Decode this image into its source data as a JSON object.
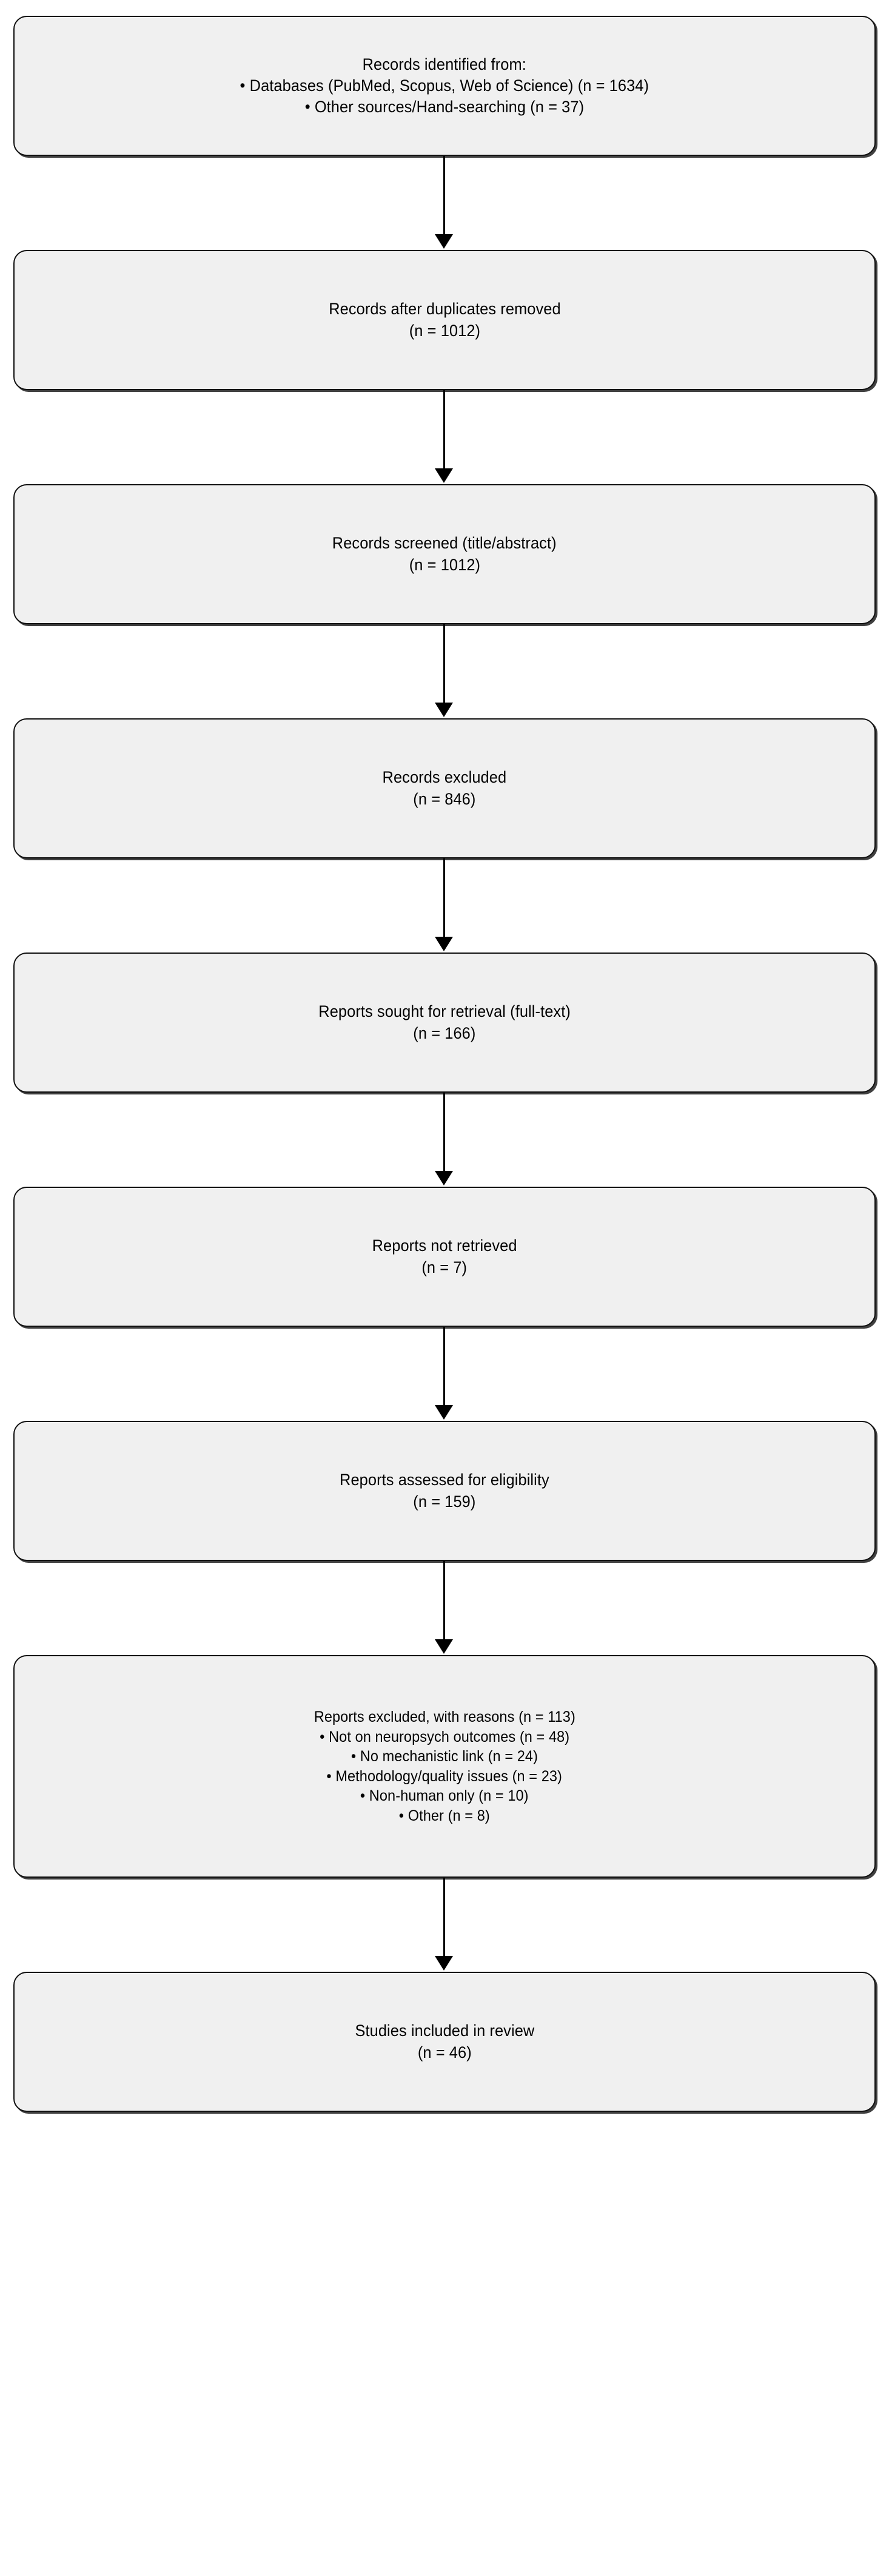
{
  "diagram": {
    "type": "prisma-flow-diagram",
    "orientation": "vertical",
    "background_color": "#ffffff",
    "box_fill_color": "#f0f0f0",
    "box_border_color": "#111111",
    "text_color": "#000000",
    "connector_color": "#000000",
    "nodes": [
      {
        "id": "records-identified",
        "lines": [
          "Records identified from:",
          "• Databases (PubMed, Scopus, Web of Science) (n = 1634)",
          "• Other sources/Hand-searching (n = 37)"
        ]
      },
      {
        "id": "records-after-duplicates",
        "lines": [
          "Records after duplicates removed",
          "(n = 1012)"
        ]
      },
      {
        "id": "records-screened",
        "lines": [
          "Records screened (title/abstract)",
          "(n = 1012)"
        ]
      },
      {
        "id": "records-excluded",
        "lines": [
          "Records excluded",
          "(n = 846)"
        ]
      },
      {
        "id": "reports-sought",
        "lines": [
          "Reports sought for retrieval (full-text)",
          "(n = 166)"
        ]
      },
      {
        "id": "reports-not-retrieved",
        "lines": [
          "Reports not retrieved",
          "(n = 7)"
        ]
      },
      {
        "id": "reports-assessed",
        "lines": [
          "Reports assessed for eligibility",
          "(n = 159)"
        ]
      },
      {
        "id": "reports-excluded-with-reasons",
        "lines": [
          "Reports excluded, with reasons (n = 113)",
          "• Not on neuropsych outcomes (n = 48)",
          "• No mechanistic link (n = 24)",
          "• Methodology/quality issues (n = 23)",
          "• Non-human only (n = 10)",
          "• Other (n = 8)"
        ]
      },
      {
        "id": "studies-included",
        "lines": [
          "Studies included in review",
          "(n = 46)"
        ]
      }
    ],
    "counts": {
      "databases": 1634,
      "other_sources": 37,
      "after_duplicates": 1012,
      "screened": 1012,
      "records_excluded": 846,
      "sought_for_retrieval": 166,
      "not_retrieved": 7,
      "assessed_for_eligibility": 159,
      "reports_excluded_total": 113,
      "excluded_not_on_neuropsych_outcomes": 48,
      "excluded_no_mechanistic_link": 24,
      "excluded_methodology_quality": 23,
      "excluded_non_human_only": 10,
      "excluded_other": 8,
      "included_in_review": 46
    }
  }
}
